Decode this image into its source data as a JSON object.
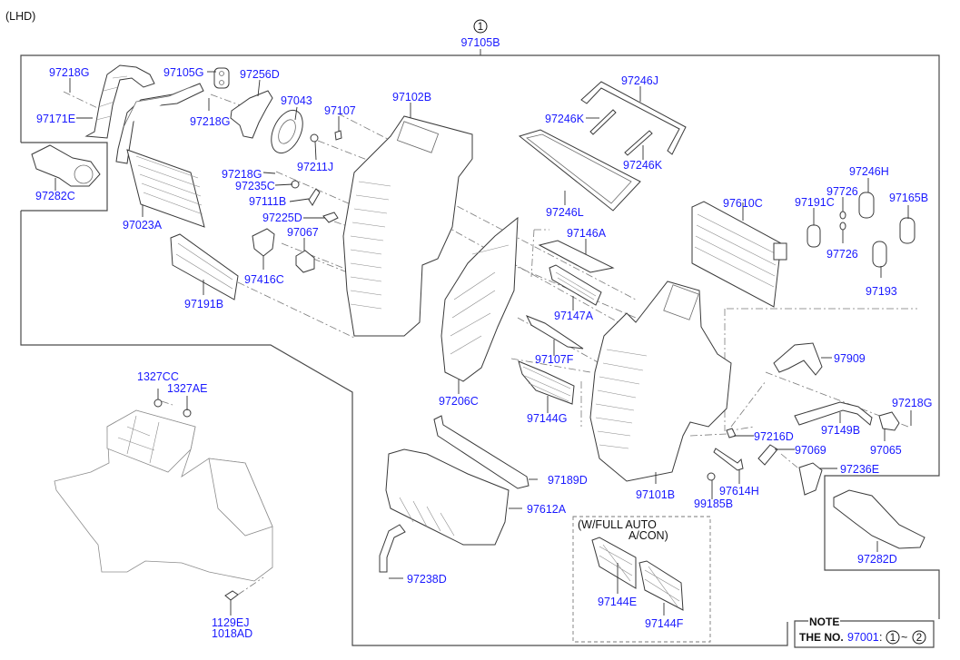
{
  "header": {
    "variant": "(LHD)",
    "assembly_ref": "1",
    "assembly_part": "97105B"
  },
  "parts": {
    "p97218G_a": "97218G",
    "p97171E": "97171E",
    "p97105G": "97105G",
    "p97256D": "97256D",
    "p97218G_b": "97218G",
    "p97043": "97043",
    "p97282C": "97282C",
    "p97023A": "97023A",
    "p97107": "97107",
    "p97211J": "97211J",
    "p97102B": "97102B",
    "p97218G_c": "97218G",
    "p97235C": "97235C",
    "p97111B": "97111B",
    "p97225D": "97225D",
    "p97067": "97067",
    "p97416C": "97416C",
    "p97191B": "97191B",
    "p97246J": "97246J",
    "p97246K_a": "97246K",
    "p97246K_b": "97246K",
    "p97246L": "97246L",
    "p97146A": "97146A",
    "p97147A": "97147A",
    "p97107F": "97107F",
    "p97144G": "97144G",
    "p97206C": "97206C",
    "p97610C": "97610C",
    "p97191C": "97191C",
    "p97726_a": "97726",
    "p97726_b": "97726",
    "p97246H": "97246H",
    "p97165B": "97165B",
    "p97193": "97193",
    "p97909": "97909",
    "p97149B": "97149B",
    "p97218G_d": "97218G",
    "p97065": "97065",
    "p97216D": "97216D",
    "p97069": "97069",
    "p97236E": "97236E",
    "p97614H": "97614H",
    "p99185B": "99185B",
    "p97101B": "97101B",
    "p97189D": "97189D",
    "p97612A": "97612A",
    "p97238D": "97238D",
    "p97144E": "97144E",
    "p97144F": "97144F",
    "p97282D": "97282D",
    "p1327CC": "1327CC",
    "p1327AE": "1327AE",
    "p1129EJ": "1129EJ",
    "p1018AD": "1018AD"
  },
  "option_box": {
    "line1": "(W/FULL AUTO",
    "line2": "A/CON)"
  },
  "note": {
    "title": "NOTE",
    "prefix": "THE NO.",
    "part": "97001",
    "colon": ":",
    "range_from": "1",
    "tilde": "~",
    "range_to": "2"
  },
  "colors": {
    "label": "#1a1aff",
    "line": "#3a3a3a"
  }
}
